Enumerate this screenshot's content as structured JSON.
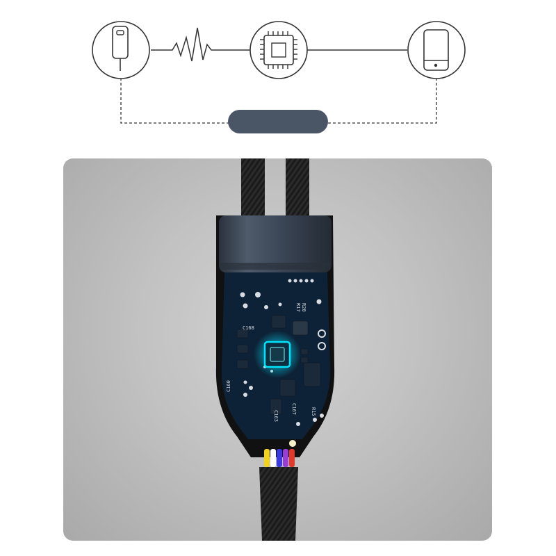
{
  "diagram": {
    "icons": [
      {
        "name": "usb-plug-icon"
      },
      {
        "name": "chip-icon"
      },
      {
        "name": "smartphone-icon"
      }
    ],
    "connector_bar_color": "#4a5566",
    "line_color": "#333333"
  },
  "photo": {
    "subject": "braided-cable-with-pcb-connector",
    "pcb_labels": {
      "c168": "C168",
      "r17": "R17",
      "r20": "R20",
      "c163": "C163",
      "c167": "C167",
      "r15": "R15",
      "c160": "C160"
    },
    "colors": {
      "background": "#c2c2c2",
      "pcb": "#0d2236",
      "chip_glow": "#00e5ff",
      "connector": "#3b4656"
    },
    "wire_colors": [
      "#f2d21a",
      "#ffffff",
      "#3a3adf",
      "#9b3cd6",
      "#e03a2a"
    ]
  }
}
